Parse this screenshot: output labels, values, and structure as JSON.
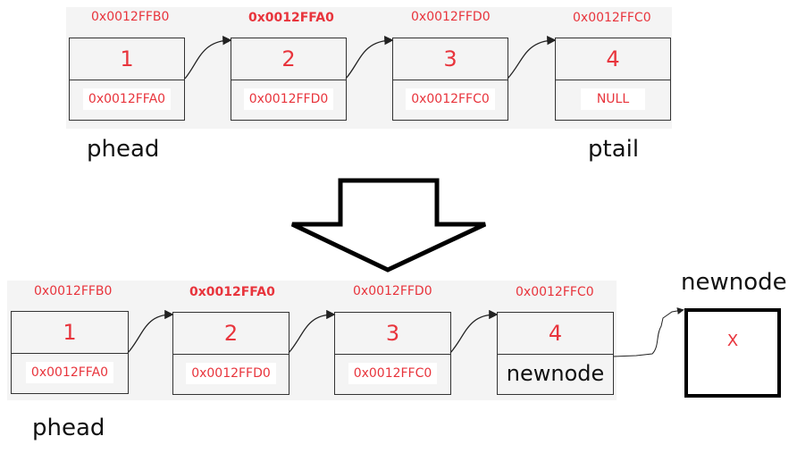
{
  "before": {
    "nodes": [
      {
        "address": "0x0012FFB0",
        "value": "1",
        "next": "0x0012FFA0"
      },
      {
        "address": "0x0012FFA0",
        "value": "2",
        "next": "0x0012FFD0"
      },
      {
        "address": "0x0012FFD0",
        "value": "3",
        "next": "0x0012FFC0"
      },
      {
        "address": "0x0012FFC0",
        "value": "4",
        "next": "NULL"
      }
    ],
    "head_label": "phead",
    "tail_label": "ptail"
  },
  "after": {
    "nodes": [
      {
        "address": "0x0012FFB0",
        "value": "1",
        "next": "0x0012FFA0"
      },
      {
        "address": "0x0012FFA0",
        "value": "2",
        "next": "0x0012FFD0"
      },
      {
        "address": "0x0012FFD0",
        "value": "3",
        "next": "0x0012FFC0"
      },
      {
        "address": "0x0012FFC0",
        "value": "4",
        "next": "newnode"
      }
    ],
    "head_label": "phead",
    "newnode_label": "newnode",
    "newnode_value": "X"
  },
  "colors": {
    "address": "#e8343c",
    "text": "#111111",
    "border": "#333333"
  }
}
